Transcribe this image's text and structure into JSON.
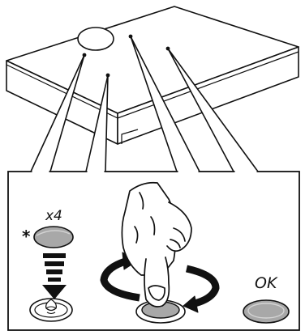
{
  "labels": {
    "count": "x4",
    "asterisk": "*",
    "ok": "OK"
  },
  "colors": {
    "line": "#111111",
    "pad_fill": "#a8a8a8",
    "pad_highlight": "#d4d4d4",
    "background": "#ffffff"
  },
  "icons": {
    "device": "device-housing",
    "sensor": "sensor-dot-icon",
    "press": "press-pad-icon",
    "rotate": "rotate-arrows-icon",
    "hand": "hand-icon",
    "down": "down-arrow-icon",
    "ok_pad": "ok-pad-icon"
  }
}
